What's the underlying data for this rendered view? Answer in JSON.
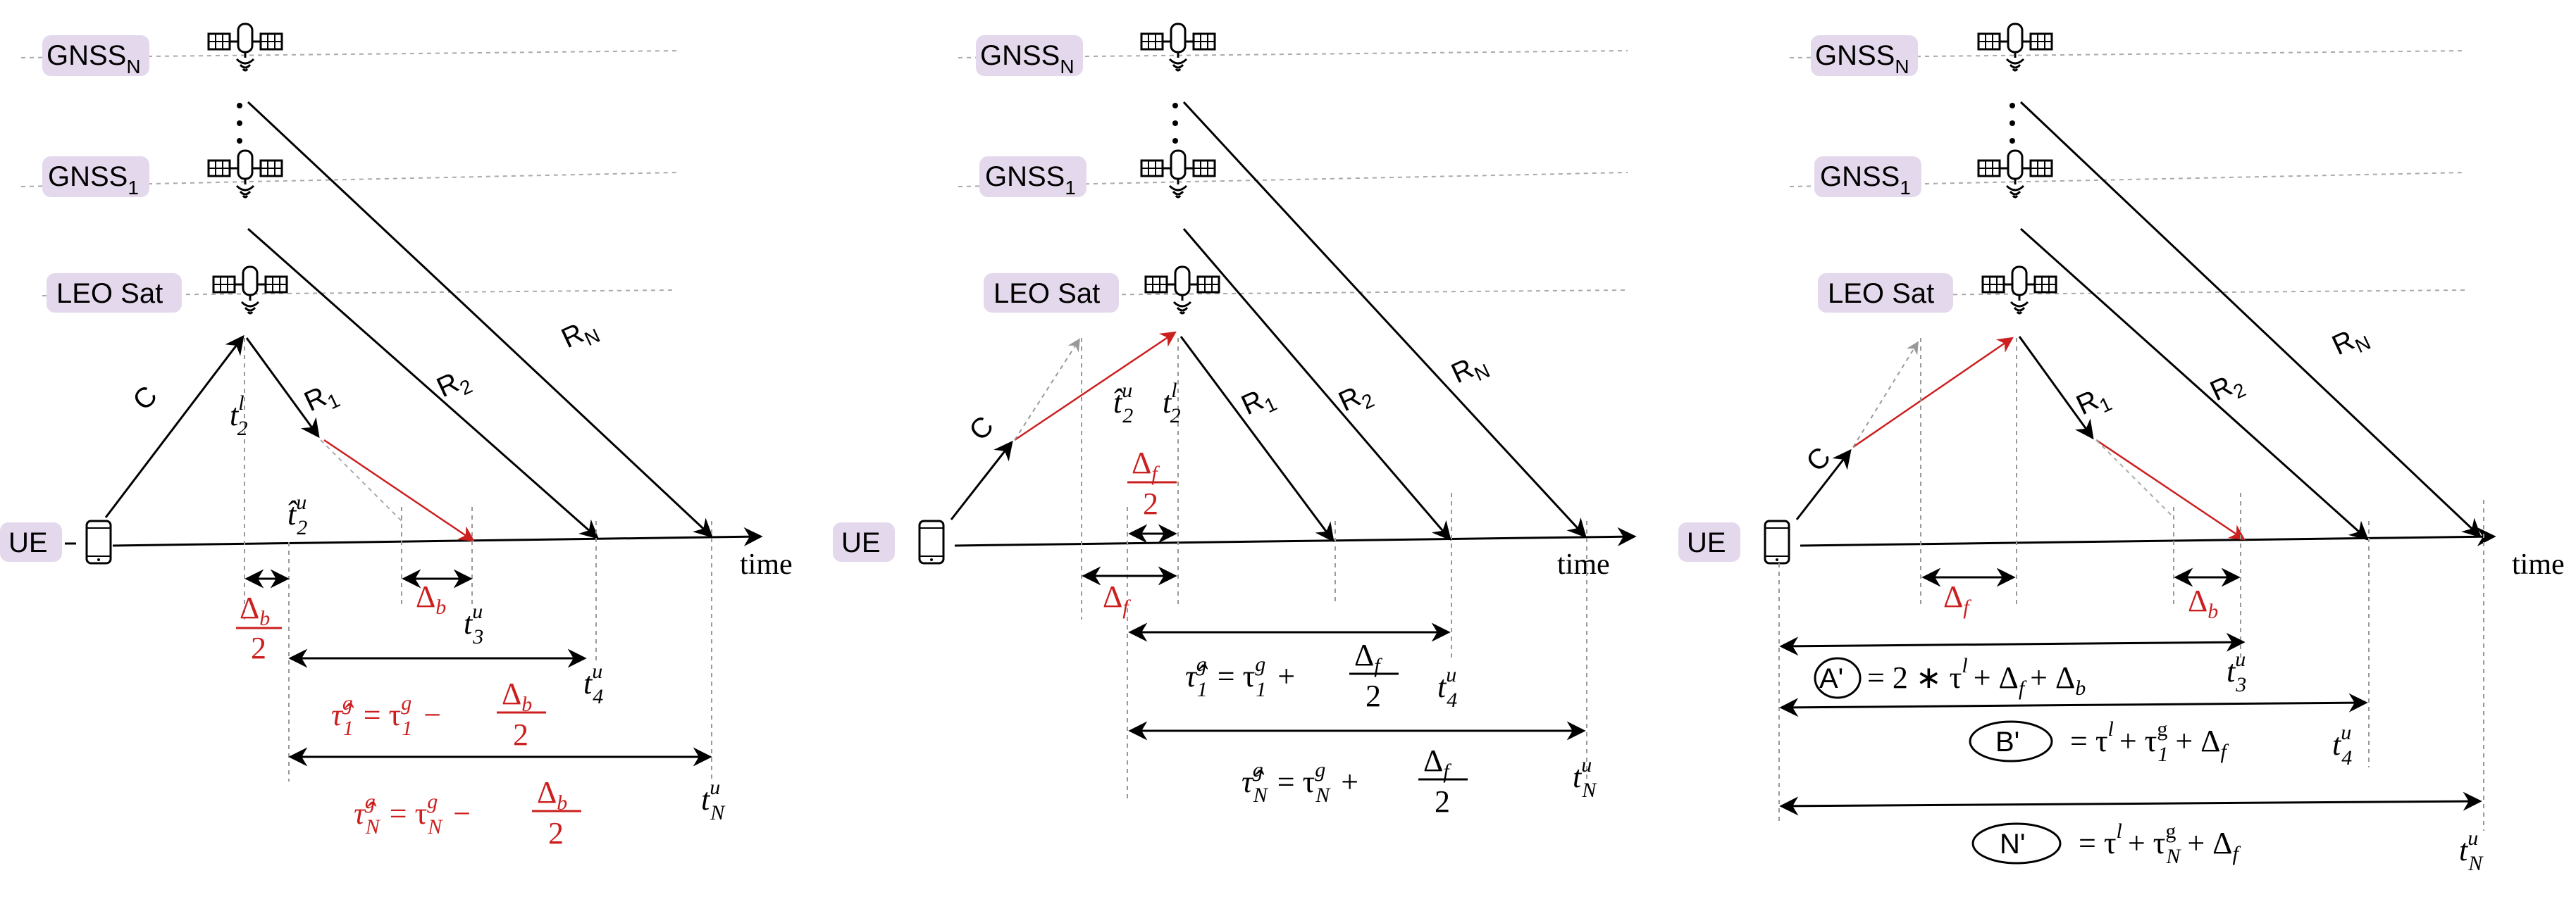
{
  "colors": {
    "accent_red": "#cc1f1f",
    "label_bg": "#e4d9ec",
    "grid_dash": "#9a9a9a"
  },
  "labels": {
    "gnss_n": "GNSS",
    "gnss_n_sub": "N",
    "gnss_1": "GNSS",
    "gnss_1_sub": "1",
    "leo": "LEO Sat",
    "ue": "UE",
    "time": "time"
  },
  "icons": {
    "satellite": "satellite-icon",
    "phone": "phone-icon"
  },
  "panel1": {
    "C": "C",
    "R1": "R",
    "R1_sub": "1",
    "R2": "R",
    "R2_sub": "2",
    "RN": "R",
    "RN_sub": "N",
    "t2l": "t",
    "t2l_sub": "2",
    "t2l_sup": "l",
    "t2hat": "t̂",
    "t2hat_sub": "2",
    "t2hat_sup": "u",
    "t3": "t",
    "t3_sub": "3",
    "t3_sup": "u",
    "t4": "t",
    "t4_sub": "4",
    "t4_sup": "u",
    "tN": "t",
    "tN_sub": "N",
    "tN_sup": "u",
    "delta_b": "Δ",
    "delta_b_sub": "b",
    "half_num": "Δ",
    "half_num_sub": "b",
    "half_den": "2",
    "eq1_lhs": "τ̂",
    "eq1_lhs_sup": "g",
    "eq1_lhs_sub": "1",
    "eq1_mid": "= τ",
    "eq1_mid_sup": "g",
    "eq1_mid_sub": "1",
    "eq1_op": "−",
    "eq1_num": "Δ",
    "eq1_num_sub": "b",
    "eq1_den": "2",
    "eqN_lhs": "τ̂",
    "eqN_lhs_sup": "g",
    "eqN_lhs_sub": "N",
    "eqN_mid": "= τ",
    "eqN_mid_sup": "g",
    "eqN_mid_sub": "N",
    "eqN_op": "−",
    "eqN_num": "Δ",
    "eqN_num_sub": "b",
    "eqN_den": "2"
  },
  "panel2": {
    "C": "C",
    "R1": "R",
    "R1_sub": "1",
    "R2": "R",
    "R2_sub": "2",
    "RN": "R",
    "RN_sub": "N",
    "t2hat": "t̂",
    "t2hat_sub": "2",
    "t2hat_sup": "u",
    "t2l": "t",
    "t2l_sub": "2",
    "t2l_sup": "l",
    "half_num": "Δ",
    "half_num_sub": "f",
    "half_den": "2",
    "delta_f": "Δ",
    "delta_f_sub": "f",
    "t4": "t",
    "t4_sub": "4",
    "t4_sup": "u",
    "tN": "t",
    "tN_sub": "N",
    "tN_sup": "u",
    "eq1_lhs": "τ̂",
    "eq1_lhs_sup": "g",
    "eq1_lhs_sub": "1",
    "eq1_mid": "= τ",
    "eq1_mid_sup": "g",
    "eq1_mid_sub": "1",
    "eq1_op": "+",
    "eq1_num": "Δ",
    "eq1_num_sub": "f",
    "eq1_den": "2",
    "eqN_lhs": "τ̂",
    "eqN_lhs_sup": "g",
    "eqN_lhs_sub": "N",
    "eqN_mid": "= τ",
    "eqN_mid_sup": "g",
    "eqN_mid_sub": "N",
    "eqN_op": "+",
    "eqN_num": "Δ",
    "eqN_num_sub": "f",
    "eqN_den": "2"
  },
  "panel3": {
    "C": "C",
    "R1": "R",
    "R1_sub": "1",
    "R2": "R",
    "R2_sub": "2",
    "RN": "R",
    "RN_sub": "N",
    "delta_f": "Δ",
    "delta_f_sub": "f",
    "delta_b": "Δ",
    "delta_b_sub": "b",
    "t3": "t",
    "t3_sub": "3",
    "t3_sup": "u",
    "t4": "t",
    "t4_sub": "4",
    "t4_sup": "u",
    "tN": "t",
    "tN_sub": "N",
    "tN_sup": "u",
    "A_tag": "A'",
    "A_eq": "= 2 ∗ τ",
    "A_eq_sup": "l",
    "A_eq_rest": "+ Δ",
    "A_eq_f": "f",
    "A_eq_plus": "+ Δ",
    "A_eq_b": "b",
    "B_tag": "B'",
    "B_eq": "= τ",
    "B_eq_sup": "l",
    "B_eq_plus": "+ τ",
    "B_eq_sup2": "g",
    "B_eq_sub2": "1",
    "B_eq_rest": "+ Δ",
    "B_eq_f": "f",
    "N_tag": "N'",
    "N_eq": "= τ",
    "N_eq_sup": "l",
    "N_eq_plus": "+ τ",
    "N_eq_sup2": "g",
    "N_eq_sub2": "N",
    "N_eq_rest": "+ Δ",
    "N_eq_f": "f"
  }
}
